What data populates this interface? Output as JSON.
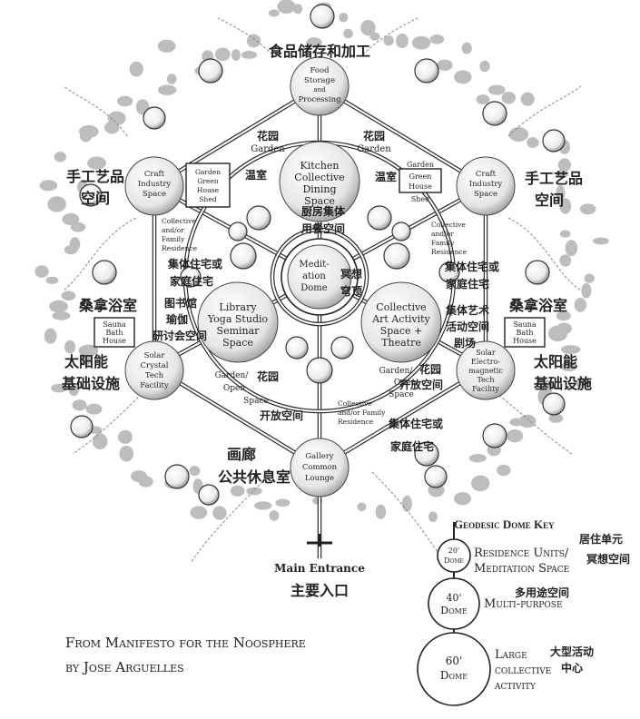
{
  "title_credit": {
    "line1": "From Manifesto for the Noosphere",
    "line2": "by Jose Arguelles"
  },
  "domes": {
    "food": {
      "en": [
        "Food",
        "Storage",
        "and",
        "Processing"
      ],
      "cn": "食品储存和加工"
    },
    "kitchen": {
      "en": [
        "Kitchen",
        "Collective",
        "Dining",
        "Space"
      ],
      "cn": [
        "厨房集体",
        "用餐空间"
      ]
    },
    "meditation": {
      "en": [
        "Medit-",
        "ation",
        "Dome"
      ],
      "cn": [
        "冥想",
        "穹顶"
      ]
    },
    "craft_left": {
      "en": [
        "Craft",
        "Industry",
        "Space"
      ],
      "cn": [
        "手工艺品",
        "空间"
      ]
    },
    "craft_right": {
      "en": [
        "Craft",
        "Industry",
        "Space"
      ],
      "cn": [
        "手工艺品",
        "空间"
      ]
    },
    "library": {
      "en": [
        "Library",
        "Yoga Studio",
        "Seminar",
        "Space"
      ],
      "cn": [
        "图书馆",
        "瑜伽",
        "研讨会空间"
      ]
    },
    "art": {
      "en": [
        "Collective",
        "Art Activity",
        "Space +",
        "Theatre"
      ],
      "cn": [
        "集体艺术",
        "活动空间",
        "剧场"
      ]
    },
    "solar_left": {
      "en": [
        "Solar",
        "Crystal",
        "Tech",
        "Facility"
      ],
      "cn": [
        "太阳能",
        "基础设施"
      ]
    },
    "solar_right": {
      "en": [
        "Solar",
        "Electro-",
        "magnetic",
        "Tech",
        "Facility"
      ],
      "cn": [
        "太阳能",
        "基础设施"
      ]
    },
    "gallery": {
      "en": [
        "Gallery",
        "Common",
        "Lounge"
      ],
      "cn": [
        "画廊",
        "公共休息室"
      ]
    }
  },
  "labels": {
    "garden_left": {
      "en": "Garden",
      "cn": "花园"
    },
    "garden_right": {
      "en": "Garden",
      "cn": "花园"
    },
    "greenhouse_left": {
      "en": [
        "Garden",
        "Green",
        "House",
        "Shed"
      ],
      "cn": "温室"
    },
    "greenhouse_right": {
      "en": [
        "Garden",
        "Green",
        "House",
        "Shed"
      ],
      "cn": "温室"
    },
    "residence_ul": {
      "en": [
        "Collective",
        "and/or",
        "Family",
        "Residence"
      ],
      "cn": [
        "集体住宅或",
        "家庭住宅"
      ]
    },
    "residence_ur": {
      "en": [
        "Collective",
        "and/or",
        "Family",
        "Residence"
      ],
      "cn": [
        "集体住宅或",
        "家庭住宅"
      ]
    },
    "residence_bottom": {
      "en": [
        "Collective",
        "and/or Family",
        "Residence"
      ],
      "cn": [
        "集体住宅或",
        "家庭住宅"
      ]
    },
    "garden_open_left": {
      "en": [
        "Garden/",
        "Open",
        "Space"
      ],
      "cn": [
        "花园",
        "开放空间"
      ]
    },
    "garden_open_right": {
      "en": [
        "Garden/",
        "Open",
        "Space"
      ],
      "cn": [
        "花园",
        "开放空间"
      ]
    },
    "sauna_left": {
      "en": [
        "Sauna",
        "Bath",
        "House"
      ],
      "cn": "桑拿浴室"
    },
    "sauna_right": {
      "en": [
        "Sauna",
        "Bath",
        "House"
      ],
      "cn": "桑拿浴室"
    },
    "main_entrance": {
      "en": "Main Entrance",
      "cn": "主要入口"
    }
  },
  "key": {
    "title": "Geodesic Dome Key",
    "items": [
      {
        "size": "20'",
        "word": "Dome",
        "en": [
          "Residence Units/",
          "Meditation Space"
        ],
        "cn": [
          "居住单元",
          "冥想空间"
        ]
      },
      {
        "size": "40'",
        "word": "Dome",
        "en": [
          "Multi-purpose"
        ],
        "cn": [
          "多用途空间"
        ]
      },
      {
        "size": "60'",
        "word": "Dome",
        "en": [
          "Large",
          "collective",
          "activity"
        ],
        "cn": [
          "大型活动",
          "中心"
        ]
      }
    ]
  },
  "colors": {
    "ink": "#222222",
    "trees": "#bdbdbd",
    "paper": "#ffffff"
  }
}
